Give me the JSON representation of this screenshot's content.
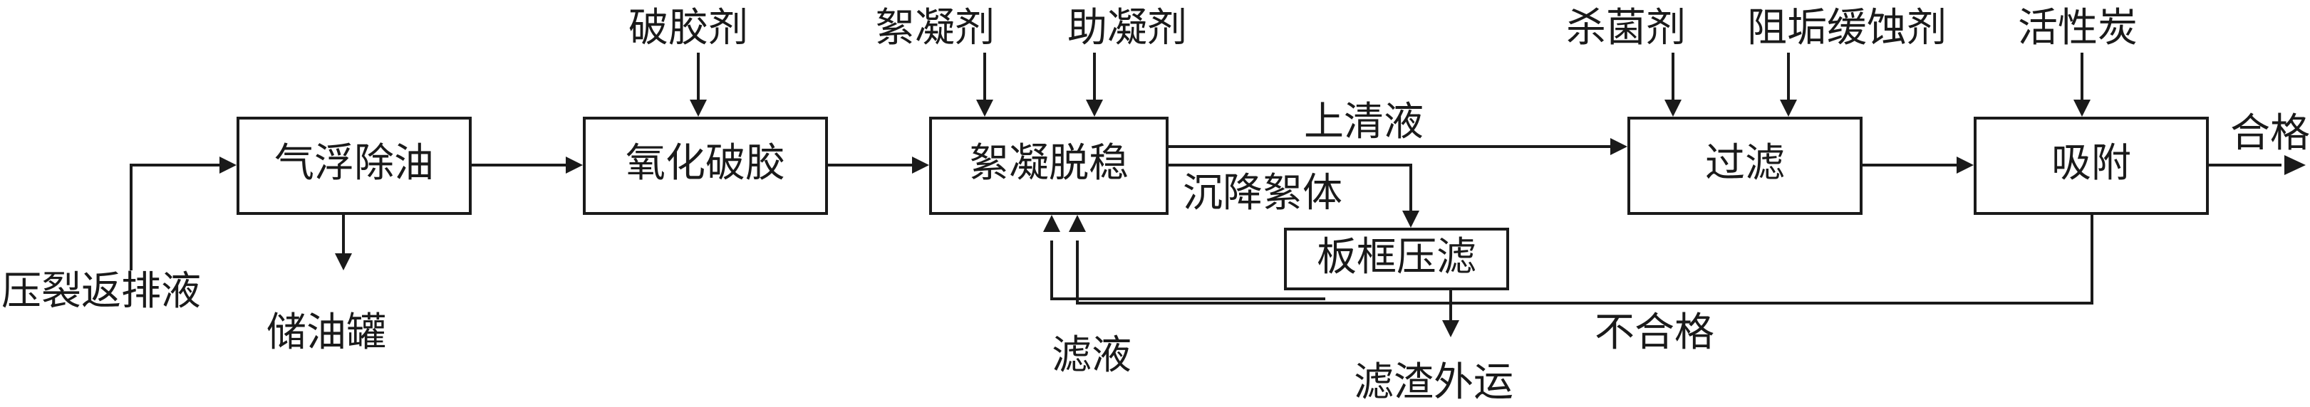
{
  "boxes": {
    "flotation": "气浮除油",
    "oxidation": "氧化破胶",
    "flocculation": "絮凝脱稳",
    "filter_press": "板框压滤",
    "filtration": "过滤",
    "adsorption": "吸附"
  },
  "inputs": {
    "feed": "压裂返排液",
    "gel_breaker": "破胶剂",
    "flocculant": "絮凝剂",
    "coagulant_aid": "助凝剂",
    "bactericide": "杀菌剂",
    "scale_inhibitor": "阻垢缓蚀剂",
    "activated_carbon": "活性炭"
  },
  "outputs": {
    "oil_tank": "储油罐",
    "qualified": "合格",
    "sludge_disposal": "滤渣外运"
  },
  "flows": {
    "supernatant": "上清液",
    "settled_flocs": "沉降絮体",
    "filtrate": "滤液",
    "unqualified": "不合格"
  }
}
